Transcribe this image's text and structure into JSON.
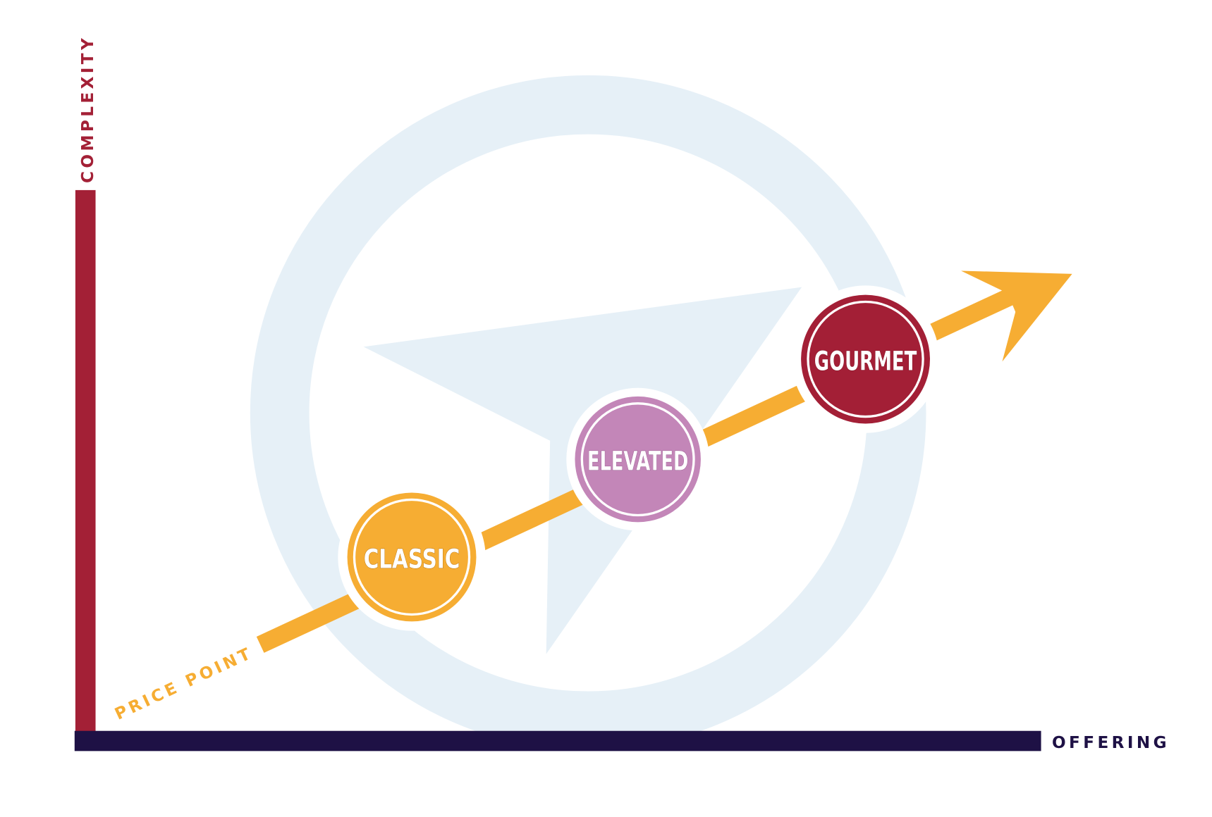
{
  "axes": {
    "y_label": "COMPLEXITY",
    "x_label": "OFFERING",
    "trend_label": "PRICE POINT"
  },
  "tiers": [
    {
      "label": "CLASSIC",
      "color": "#f6ad33"
    },
    {
      "label": "ELEVATED",
      "color": "#c386b8"
    },
    {
      "label": "GOURMET",
      "color": "#a31f36"
    }
  ],
  "colors": {
    "y_axis": "#a32036",
    "x_axis": "#1e1145",
    "trend": "#f6ad33",
    "watermark": "#e6f0f7"
  }
}
